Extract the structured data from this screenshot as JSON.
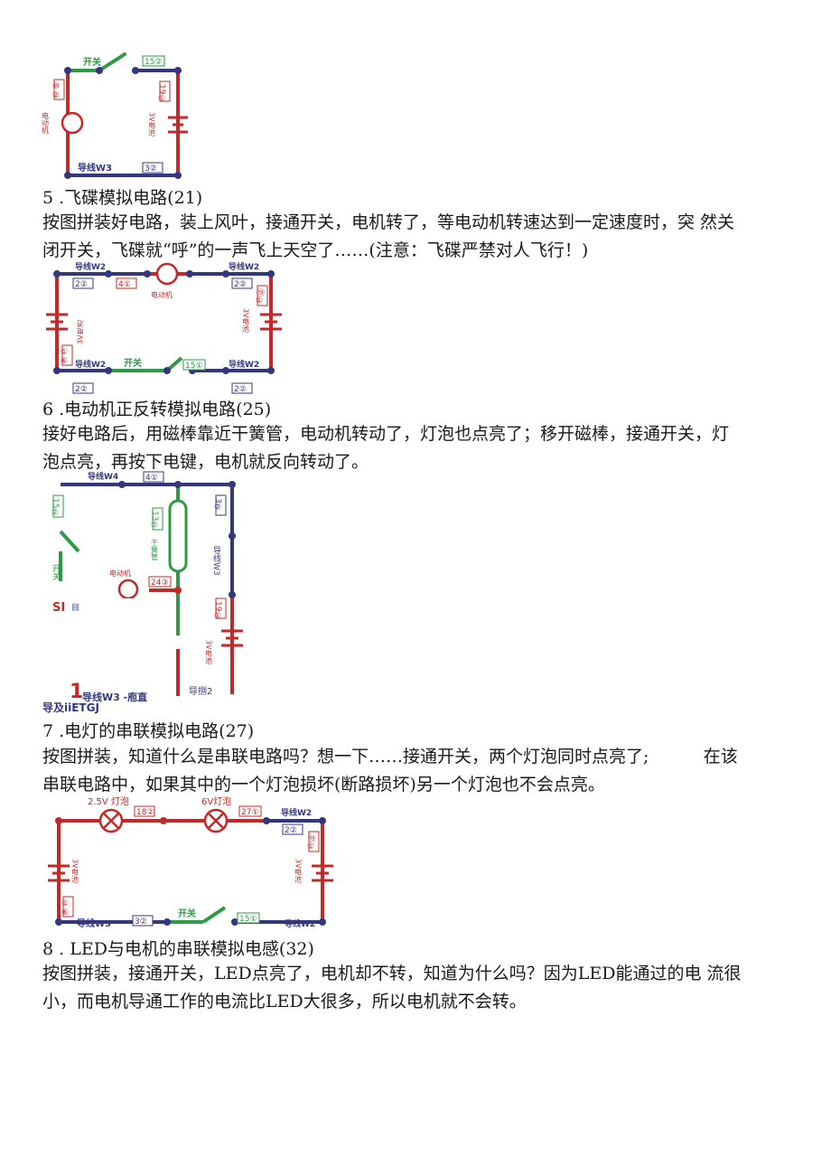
{
  "fig1": {
    "switch_label": "开关",
    "tag_top": "15②",
    "tag_right": "19①",
    "tag_left": "⑩②",
    "battery_label": "3V电池",
    "motor_label": "电动机",
    "wire_label": "导线W3",
    "tag_bottom": "3②"
  },
  "sections": [
    {
      "heading": "5 .飞碟模拟电路(21)",
      "paragraph_lines": [
        "按图拼装好电路，装上风叶，接通开关，电机转了，等电动机转速达到一定速度时，突 然关",
        "闭开关，飞碟就“呼”的一声飞上天空了……(注意：飞碟严禁对人飞行！)"
      ]
    },
    {
      "heading": "6 .电动机正反转模拟电路(25)",
      "paragraph_lines": [
        "接好电路后，用磁棒靠近干簧管，电动机转动了，灯泡也点亮了；移开磁棒，接通开关，灯",
        "泡点亮，再按下电键，电机就反向转动了。"
      ]
    },
    {
      "heading": "7 .电灯的串联模拟电路(27)",
      "paragraph_lines": [
        "按图拼装，知道什么是串联电路吗？想一下……接通开关，两个灯泡同时点亮了;          在该",
        "串联电路中，如果其中的一个灯泡损坏(断路损坏)另一个灯泡也不会点亮。"
      ]
    },
    {
      "heading": "8 . LED与电机的串联模拟电感(32)",
      "paragraph_lines": [
        "按图拼装，接通开关，LED点亮了，电机却不转，知道为什么吗？因为LED能通过的电 流很",
        "小，而电机导通工作的电流比LED大很多，所以电机就不会转。"
      ]
    }
  ],
  "fig2": {
    "wire_tl": "导线W2",
    "wire_tr": "导线W2",
    "wire_bl": "导线W2",
    "wire_br": "导线W2",
    "tag_tl": "2②",
    "tag_motor": "4①",
    "tag_tr": "2②",
    "motor_label": "电动机",
    "battery_left": "3V电池",
    "battery_right": "3V电池",
    "tag_left": "①⑥",
    "tag_right": "⑲①",
    "switch_label": "开关",
    "tag_switch": "15①",
    "tag_bl": "2②",
    "tag_br": "2②"
  },
  "fig3": {
    "wire_top": "导线W4",
    "tag_top": "4①",
    "tag_left": "15②",
    "tag_reed": "13②",
    "reed_label": "干簧管",
    "tag_right_top": "3②",
    "wire_right": "导线W3",
    "switch_label": "开关",
    "motor_label": "电动机",
    "tag_motor": "24③",
    "tag_battery": "19①",
    "battery_label": "3V电池",
    "artifact_si": "SI",
    "artifact_mu": "目",
    "artifact_one": "1",
    "artifact_wire": "导线W3 -庖直",
    "artifact_guide": "导捌2",
    "artifact_bottom": "导及iiETGJ"
  },
  "fig4": {
    "lamp1_label": "2.5V 灯泡",
    "tag_lamp1": "18②",
    "lamp2_label": "6V灯泡",
    "tag_lamp2": "27①",
    "wire_tr": "导线W2",
    "tag_tr": "2②",
    "battery_left": "3V电池",
    "battery_right": "3V电池",
    "tag_left": "①⑥",
    "tag_right": "⑲①",
    "wire_bl": "导线W3",
    "tag_bl": "3②",
    "switch_label": "开关",
    "tag_switch": "15①",
    "wire_br": "导线W2"
  }
}
